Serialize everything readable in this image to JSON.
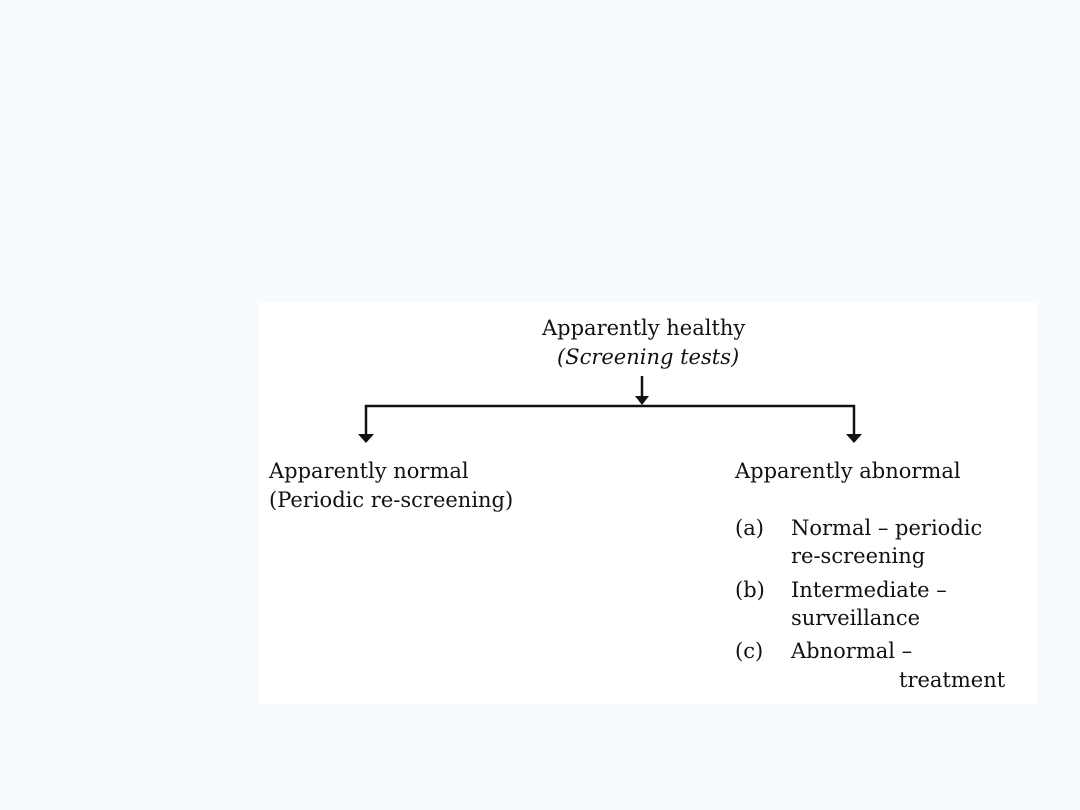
{
  "diagram": {
    "root": {
      "title": "Apparently healthy",
      "subtitle": "(Screening tests)"
    },
    "left_branch": {
      "title": "Apparently normal",
      "subtitle": "(Periodic re-screening)"
    },
    "right_branch": {
      "title": "Apparently abnormal",
      "items": [
        {
          "marker": "(a)",
          "line1": "Normal – periodic",
          "line2": "re-screening"
        },
        {
          "marker": "(b)",
          "line1": "Intermediate –",
          "line2": "surveillance"
        },
        {
          "marker": "(c)",
          "line1": "Abnormal –",
          "line2": "treatment"
        }
      ]
    }
  }
}
